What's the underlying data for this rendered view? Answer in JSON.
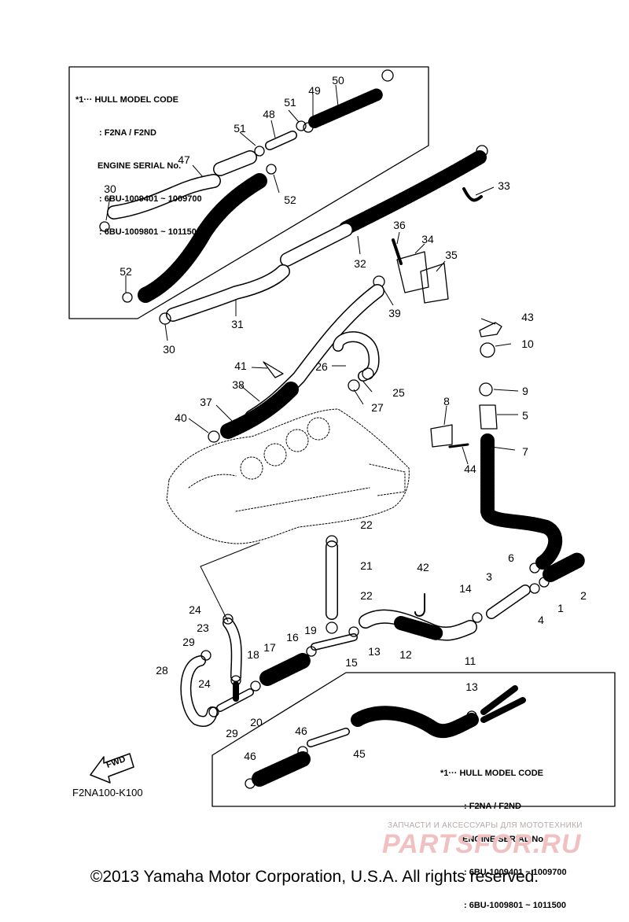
{
  "hull_note_top": {
    "line1": "*1··· HULL MODEL CODE",
    "line2": ": F2NA / F2ND",
    "line3": "ENGINE SERIAL No.",
    "line4": ": 6BU-1009401 ~ 1009700",
    "line5": ": 6BU-1009801 ~ 1011500"
  },
  "hull_note_bottom": {
    "line1": "*1··· HULL MODEL CODE",
    "line2": ": F2NA / F2ND",
    "line3": "ENGINE SERIAL No.",
    "line4": ": 6BU-1009401 ~ 1009700",
    "line5": ": 6BU-1009801 ~ 1011500"
  },
  "part_numbers": [
    "1",
    "2",
    "3",
    "4",
    "5",
    "6",
    "7",
    "8",
    "9",
    "10",
    "11",
    "12",
    "13",
    "13",
    "14",
    "15",
    "16",
    "17",
    "18",
    "19",
    "20",
    "21",
    "22",
    "22",
    "23",
    "24",
    "24",
    "25",
    "26",
    "27",
    "28",
    "29",
    "29",
    "30",
    "30",
    "31",
    "32",
    "33",
    "34",
    "35",
    "36",
    "37",
    "38",
    "39",
    "40",
    "41",
    "42",
    "43",
    "44",
    "45",
    "46",
    "46",
    "47",
    "48",
    "49",
    "50",
    "51",
    "51",
    "52",
    "52"
  ],
  "fwd_label": "FWD",
  "diagram_code": "F2NA100-K100",
  "watermark": {
    "tagline": "ЗАПЧАСТИ И АКСЕССУАРЫ ДЛЯ МОТОТЕХНИКИ",
    "logo": "PARTSFOR.RU"
  },
  "copyright": "©2013 Yamaha Motor Corporation, U.S.A. All rights reserved."
}
